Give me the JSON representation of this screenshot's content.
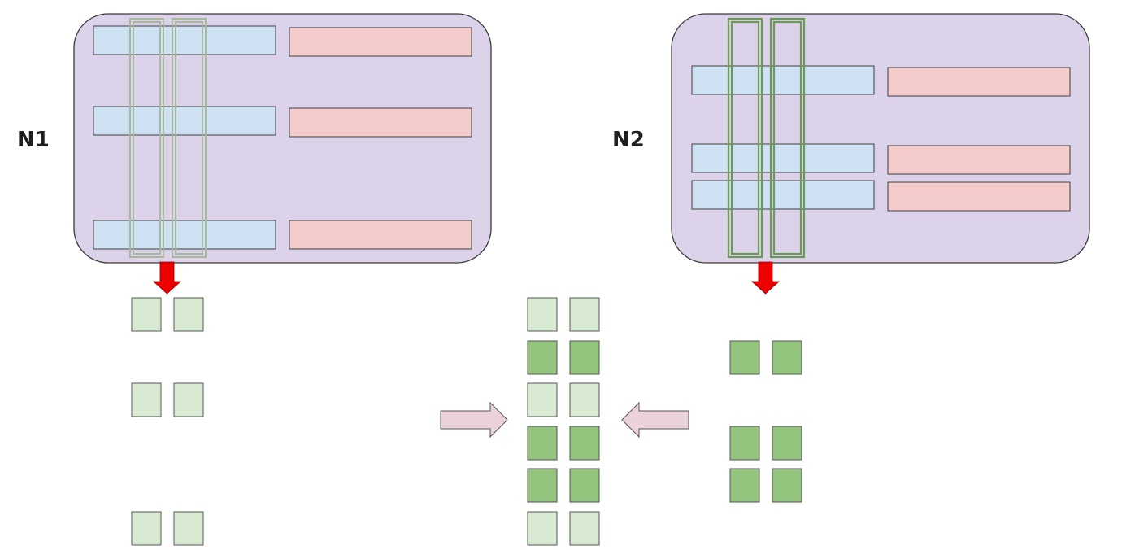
{
  "nodes": [
    {
      "label": "N1"
    },
    {
      "label": "N2"
    }
  ],
  "colors": {
    "node_fill": "#dcd2ea",
    "node_stroke": "#3a3a3a",
    "blue_bar": "#cfe2f3",
    "pink_bar": "#f4cccc",
    "light_green": "#d9ead3",
    "dark_green": "#93c47d",
    "column_outline_n1": "#a8b89e",
    "column_outline_n2": "#6a9a55",
    "red_arrow": "#ee0000",
    "pink_arrow": "#ead1dc"
  },
  "merged_column_pattern": [
    "light",
    "dark",
    "light",
    "dark",
    "dark",
    "light"
  ]
}
